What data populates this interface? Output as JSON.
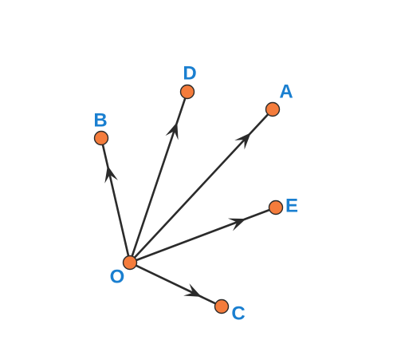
{
  "colors": {
    "node_fill": "#f47c3c",
    "node_stroke": "#2b2b2b",
    "edge": "#2b2b2b",
    "label": "#1a7fd0",
    "background": "#ffffff"
  },
  "nodes": [
    {
      "id": "O",
      "label": "O"
    },
    {
      "id": "A",
      "label": "A"
    },
    {
      "id": "B",
      "label": "B"
    },
    {
      "id": "C",
      "label": "C"
    },
    {
      "id": "D",
      "label": "D"
    },
    {
      "id": "E",
      "label": "E"
    }
  ],
  "edges": [
    {
      "from": "O",
      "to": "B",
      "directed": true
    },
    {
      "from": "O",
      "to": "D",
      "directed": true
    },
    {
      "from": "O",
      "to": "A",
      "directed": true
    },
    {
      "from": "O",
      "to": "E",
      "directed": true
    },
    {
      "from": "O",
      "to": "C",
      "directed": true
    }
  ]
}
